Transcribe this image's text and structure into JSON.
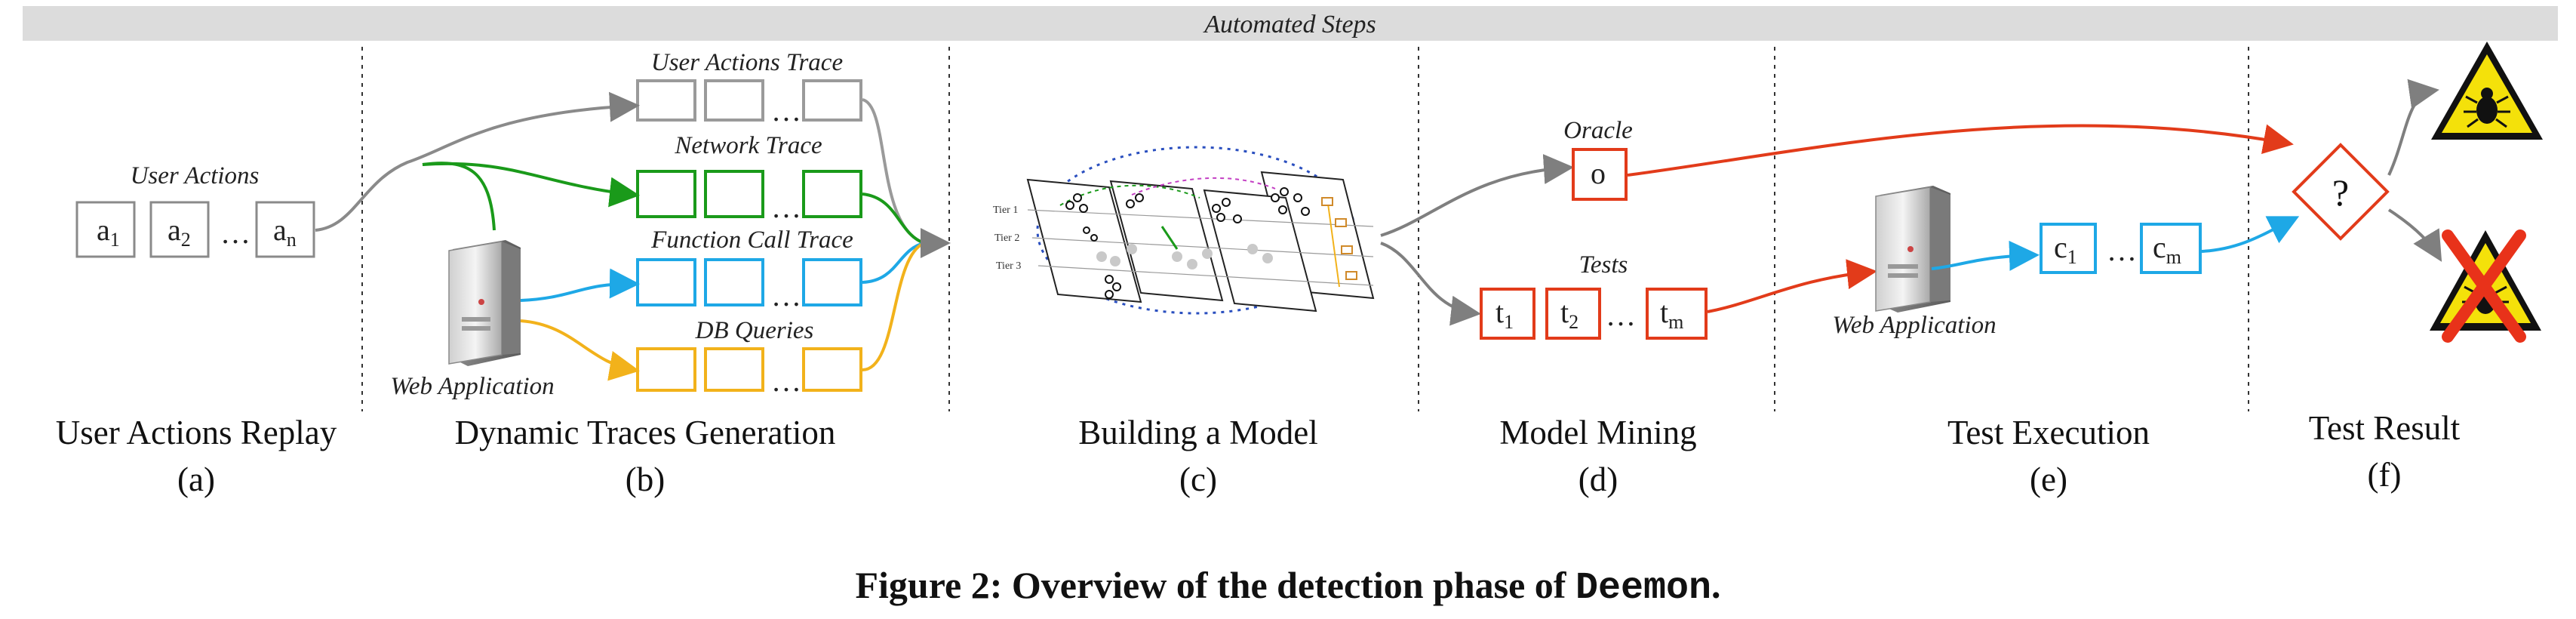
{
  "banner": {
    "title": "Automated Steps"
  },
  "stages": [
    {
      "name": "User Actions Replay",
      "letter": "(a)"
    },
    {
      "name": "Dynamic Traces Generation",
      "letter": "(b)"
    },
    {
      "name": "Building a Model",
      "letter": "(c)"
    },
    {
      "name": "Model Mining",
      "letter": "(d)"
    },
    {
      "name": "Test Execution",
      "letter": "(e)"
    },
    {
      "name": "Test Result",
      "letter": "(f)"
    }
  ],
  "user_actions": {
    "label": "User Actions",
    "items": [
      {
        "base": "a",
        "sub": "1"
      },
      {
        "base": "a",
        "sub": "2"
      },
      {
        "base": "a",
        "sub": "n"
      }
    ],
    "ellipsis": "…"
  },
  "traces": {
    "web_app_label": "Web Application",
    "groups": [
      {
        "label": "User Actions Trace",
        "color": "#9a9a9a"
      },
      {
        "label": "Network Trace",
        "color": "#1a9a1a"
      },
      {
        "label": "Function Call Trace",
        "color": "#1ea8e6"
      },
      {
        "label": "DB Queries",
        "color": "#f2b21b"
      }
    ],
    "ellipsis": "…"
  },
  "model": {
    "tiers": [
      "Tier 1",
      "Tier 2",
      "Tier 3"
    ]
  },
  "mining": {
    "oracle_label": "Oracle",
    "oracle_symbol": "o",
    "tests_label": "Tests",
    "tests": [
      {
        "base": "t",
        "sub": "1"
      },
      {
        "base": "t",
        "sub": "2"
      },
      {
        "base": "t",
        "sub": "m"
      }
    ],
    "ellipsis": "…",
    "color": "#e23b1a"
  },
  "execution": {
    "web_app_label": "Web Application",
    "items": [
      {
        "base": "c",
        "sub": "1"
      },
      {
        "base": "c",
        "sub": "m"
      }
    ],
    "ellipsis": "…",
    "color": "#1ea8e6"
  },
  "result": {
    "decision_symbol": "?",
    "outcomes": [
      "bug-warning-icon",
      "no-bug-warning-icon"
    ]
  },
  "caption": {
    "prefix": "Figure 2: Overview of the detection phase of ",
    "name": "Deemon",
    "suffix": "."
  }
}
